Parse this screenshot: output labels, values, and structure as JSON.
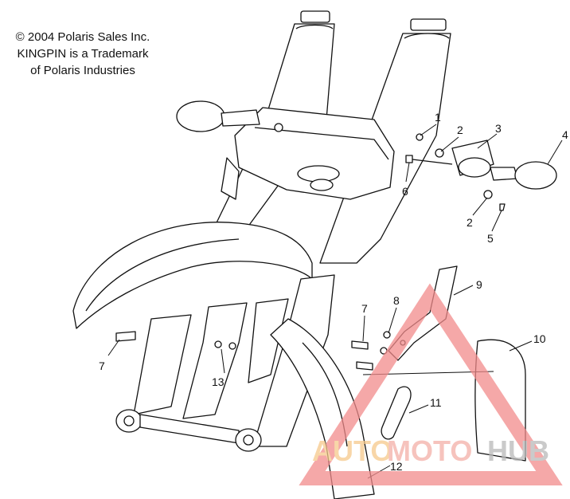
{
  "copyright": [
    "© 2004 Polaris Sales Inc.",
    "KINGPIN is a Trademark",
    "of Polaris Industries"
  ],
  "callouts": [
    {
      "label": "1"
    },
    {
      "label": "2"
    },
    {
      "label": "3"
    },
    {
      "label": "4"
    },
    {
      "label": "6"
    },
    {
      "label": "2"
    },
    {
      "label": "5"
    },
    {
      "label": "9"
    },
    {
      "label": "7"
    },
    {
      "label": "8"
    },
    {
      "label": "10"
    },
    {
      "label": "7"
    },
    {
      "label": "13"
    },
    {
      "label": "11"
    },
    {
      "label": "12"
    }
  ],
  "watermark": {
    "part_a": "AUTO",
    "part_b": "MOTO",
    "part_c": "HUB",
    "color_a": "#f6c98c",
    "color_b": "#f3b0a8",
    "color_c": "#b9b9b9",
    "triangle_color": "#f28b8b"
  }
}
